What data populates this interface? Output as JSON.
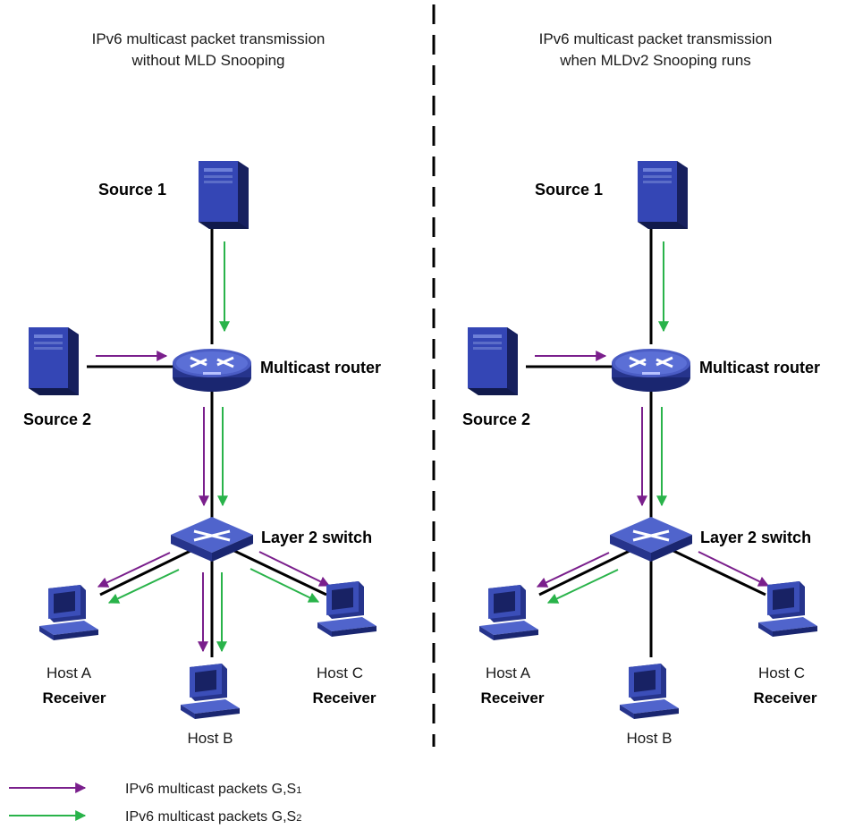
{
  "left_panel": {
    "title_line1": "IPv6 multicast packet transmission",
    "title_line2": "without MLD Snooping",
    "source1": "Source 1",
    "source2": "Source 2",
    "router": "Multicast router",
    "switch": "Layer 2 switch",
    "host_a": "Host A",
    "host_a_role": "Receiver",
    "host_b": "Host B",
    "host_c": "Host C",
    "host_c_role": "Receiver"
  },
  "right_panel": {
    "title_line1": "IPv6 multicast packet transmission",
    "title_line2": "when MLDv2 Snooping runs",
    "source1": "Source 1",
    "source2": "Source 2",
    "router": "Multicast router",
    "switch": "Layer 2 switch",
    "host_a": "Host A",
    "host_a_role": "Receiver",
    "host_b": "Host B",
    "host_c": "Host C",
    "host_c_role": "Receiver"
  },
  "legend": {
    "item1_prefix": "IPv6 multicast packets G,S",
    "item1_sub": "1",
    "item2_prefix": "IPv6 multicast packets G,S",
    "item2_sub": "2"
  },
  "colors": {
    "purple_arrow": "#7a1f8c",
    "green_arrow": "#29b34a",
    "device_blue": "#2a3a9c"
  }
}
